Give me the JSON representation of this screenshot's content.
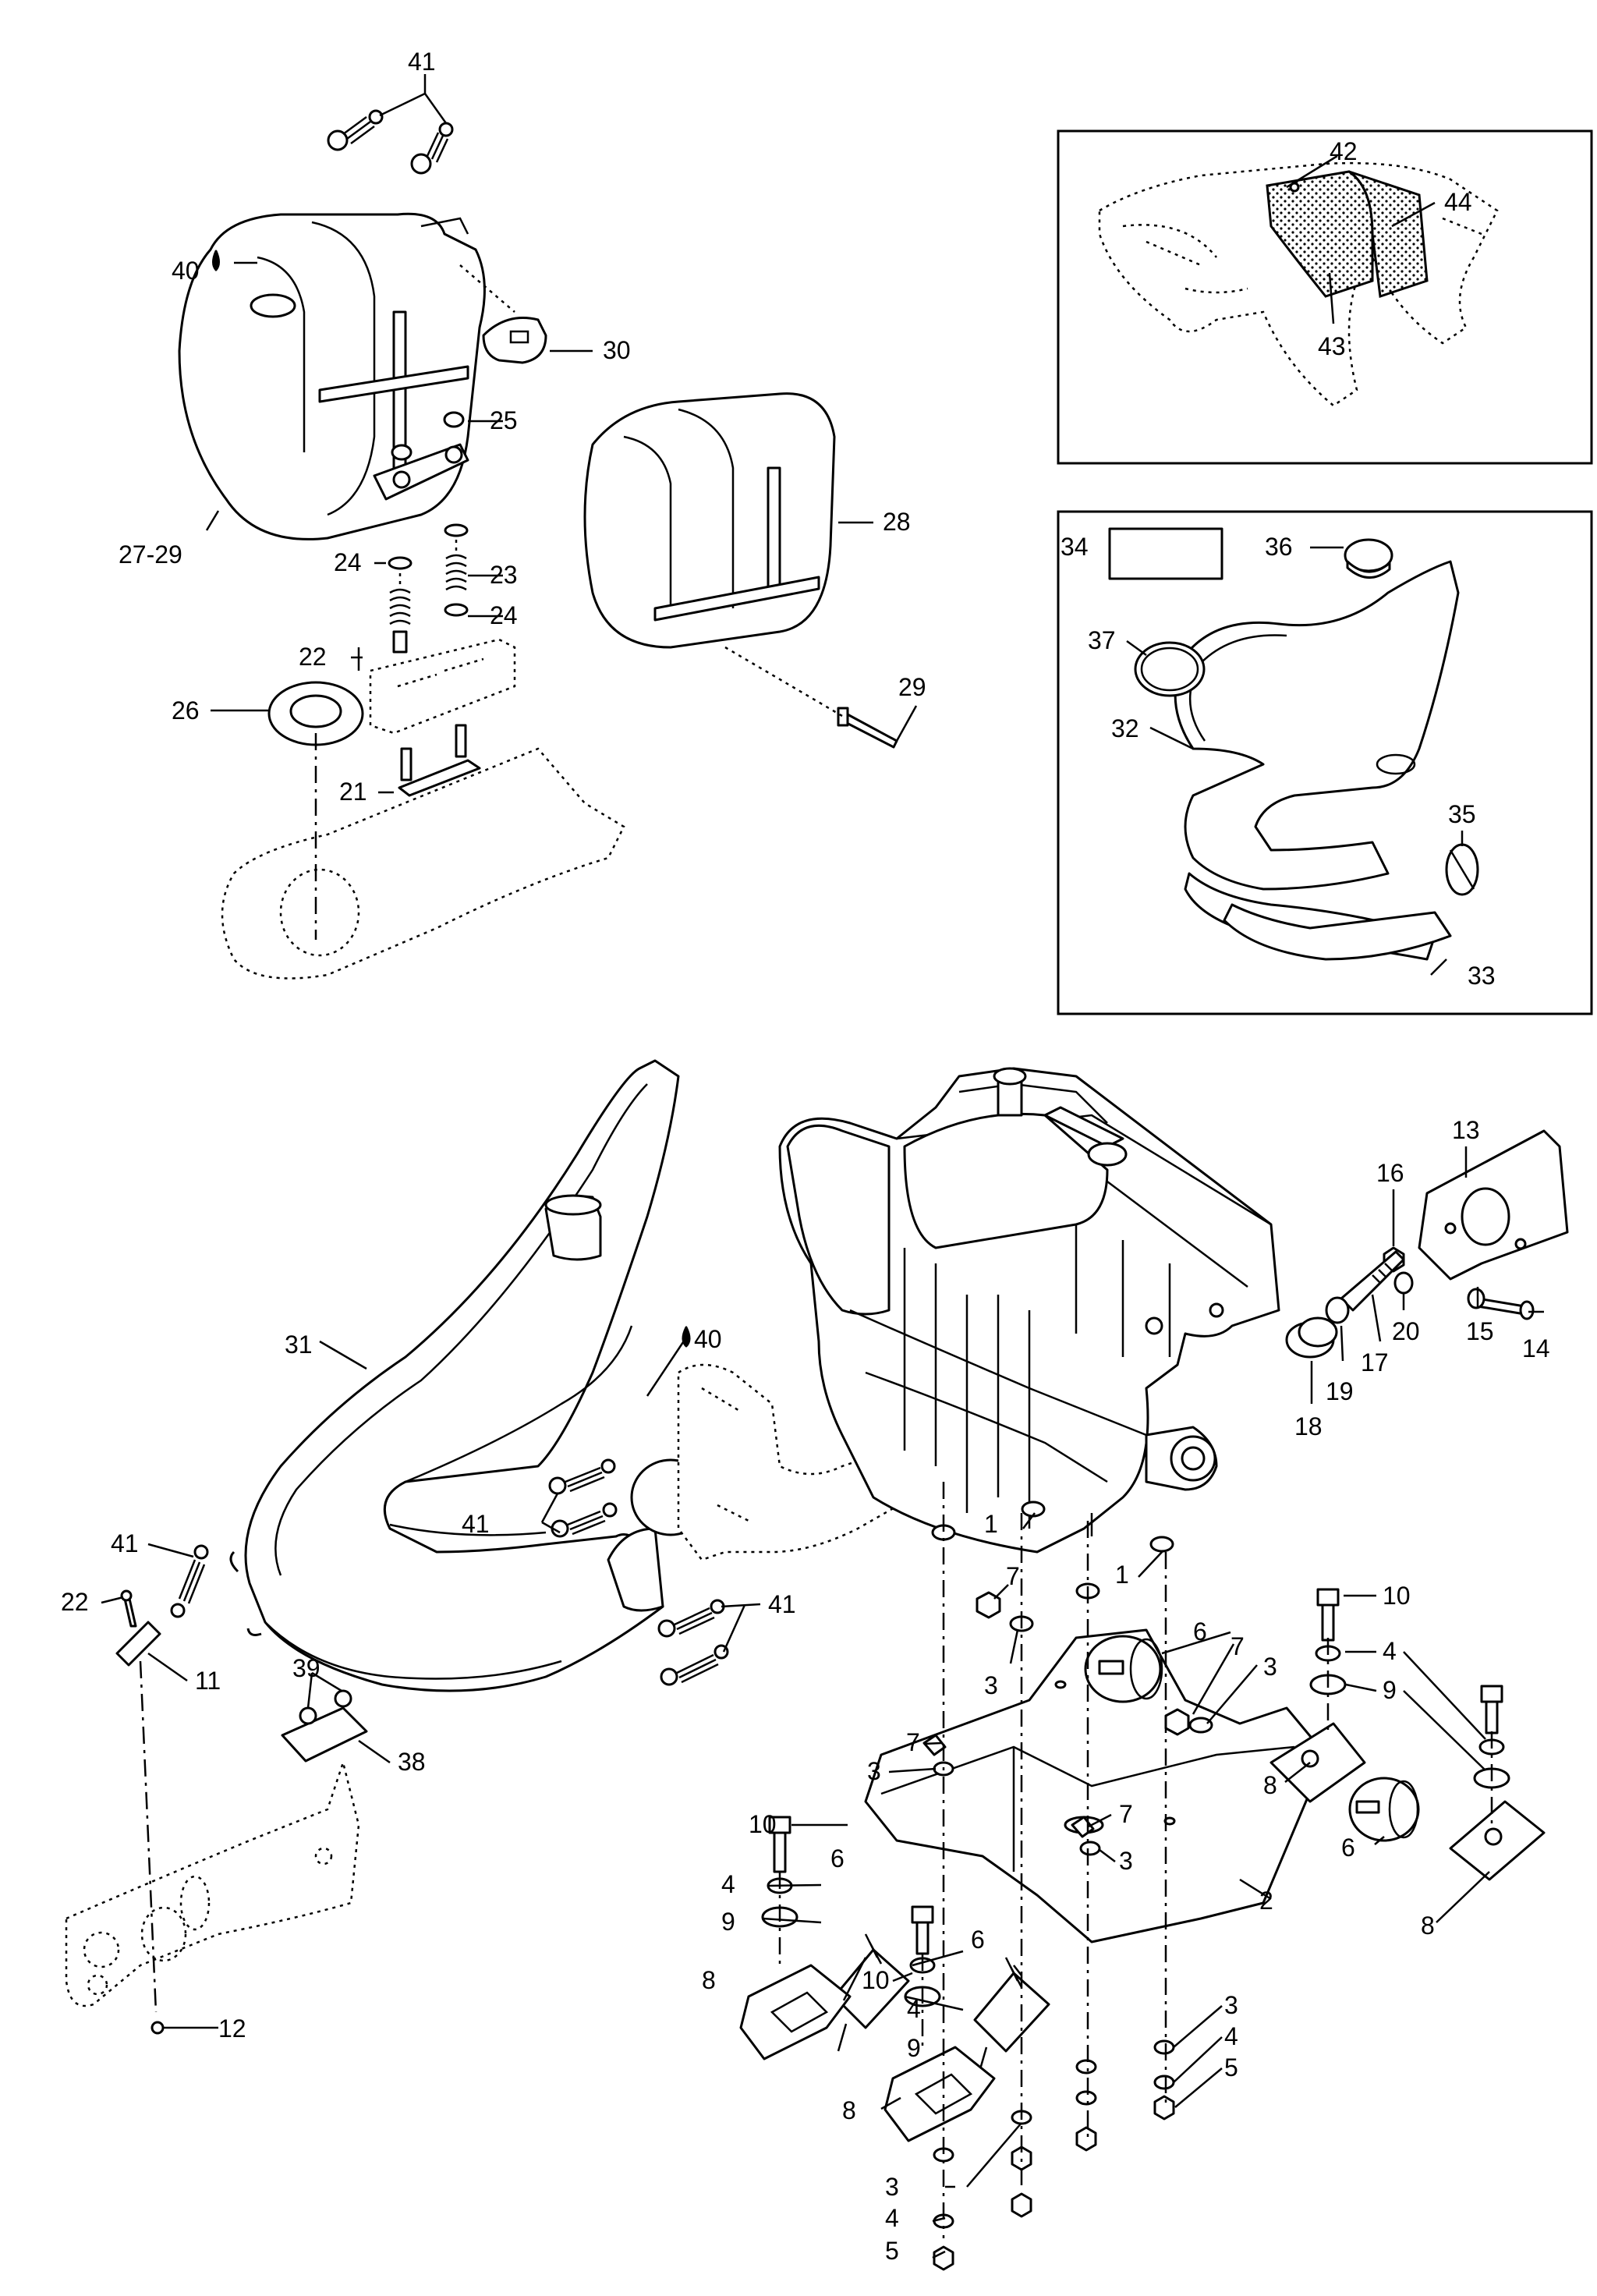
{
  "callouts": {
    "c41_top": "41",
    "c40_top": "40",
    "c30": "30",
    "c25": "25",
    "c27_29": "27-29",
    "c28": "28",
    "c24_a": "24",
    "c23": "23",
    "c24_b": "24",
    "c22_top": "22",
    "c26": "26",
    "c29": "29",
    "c21": "21",
    "c42": "42",
    "c44": "44",
    "c43": "43",
    "c34": "34",
    "c36": "36",
    "c37": "37",
    "c32": "32",
    "c35": "35",
    "c33": "33",
    "c13": "13",
    "c16": "16",
    "c31": "31",
    "c40_mid": "40",
    "c20": "20",
    "c17": "17",
    "c15": "15",
    "c14": "14",
    "c18": "18",
    "c19": "19",
    "c1_a": "1",
    "c1_b": "1",
    "c41_mid": "41",
    "c41_left": "41",
    "c41_low": "41",
    "c22_low": "22",
    "c11": "11",
    "c7_a": "7",
    "c10_a": "10",
    "c6_a": "6",
    "c7_b": "7",
    "c3_a": "3",
    "c4_a": "4",
    "c3_b": "3",
    "c9_a": "9",
    "c39": "39",
    "c38": "38",
    "c8_a": "8",
    "c7_c": "7",
    "c3_c": "3",
    "c10_b": "10",
    "c6_b": "6",
    "c7_d": "7",
    "c3_d": "3",
    "c6_c": "6",
    "c8_b": "8",
    "c4_b": "4",
    "c2": "2",
    "c9_b": "9",
    "c10_c": "10",
    "c6_d": "6",
    "c4_c": "4",
    "c9_c": "9",
    "c12": "12",
    "c8_c": "8",
    "c3_e": "3",
    "c8_d": "8",
    "c4_d": "4",
    "c5_a": "5",
    "c3_f": "3",
    "c4_e": "4",
    "c5_b": "5"
  }
}
